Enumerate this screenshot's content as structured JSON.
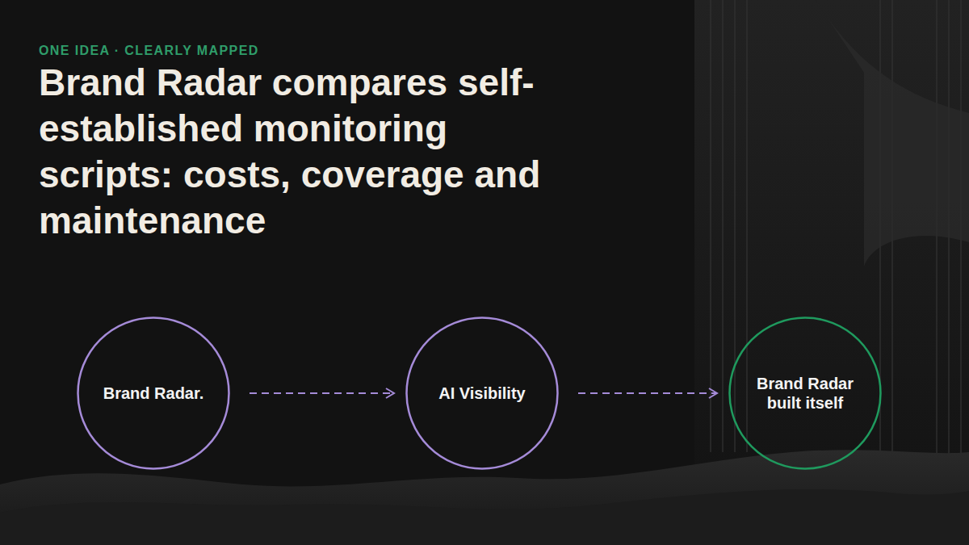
{
  "diagram": {
    "title": "Brand Radar compares self-established monitoring scripts: costs, coverage and maintenance",
    "nodes": [
      {
        "text": [
          "Brand Radar."
        ]
      },
      {
        "text": [
          "AI Visibility"
        ]
      },
      {
        "text": [
          "Brand Radar built itself"
        ]
      }
    ],
    "edges": [
      {
        "from": 0,
        "to": 1,
        "arrow": "to"
      },
      {
        "from": 1,
        "to": 2,
        "arrow": "to"
      }
    ],
    "labels": [
      "ONE IDEA · CLEARLY MAPPED"
    ]
  }
}
